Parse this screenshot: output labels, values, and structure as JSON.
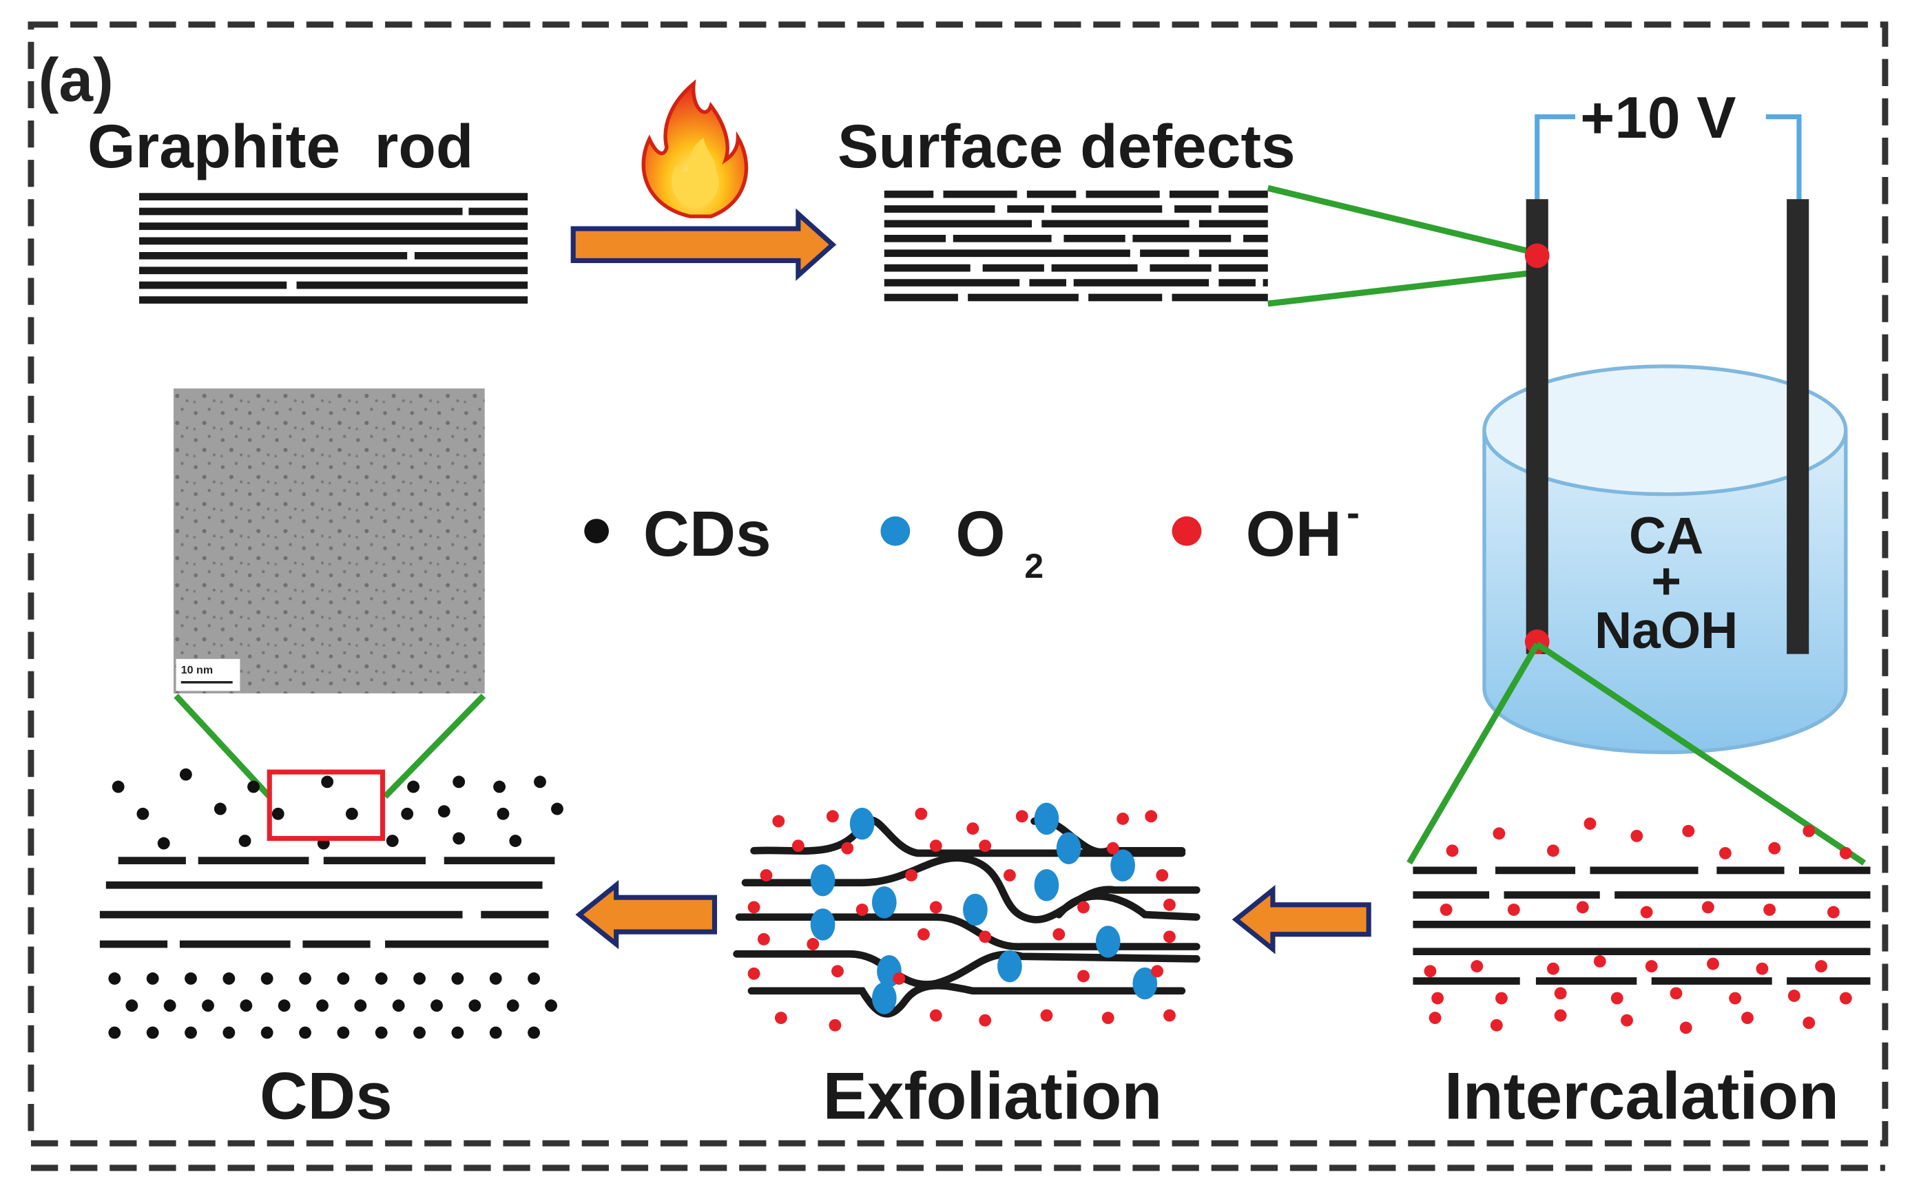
{
  "panel_label": "(a)",
  "labels": {
    "graphite_rod": "Graphite  rod",
    "surface_defects": "Surface defects",
    "voltage": "+10 V",
    "electrolyte_line1": "CA",
    "electrolyte_plus": "+",
    "electrolyte_line2": "NaOH",
    "cds_bottom": "CDs",
    "exfoliation": "Exfoliation",
    "intercalation": "Intercalation"
  },
  "legend": [
    {
      "key": "cds",
      "text": "CDs",
      "subscript": "",
      "superscript": "",
      "color": "#111111",
      "marker": "black-dot"
    },
    {
      "key": "o2",
      "text": "O",
      "subscript": "2",
      "superscript": "",
      "color": "#1f8bd0",
      "marker": "blue-dot"
    },
    {
      "key": "oh",
      "text": "OH",
      "subscript": "",
      "superscript": "-",
      "color": "#e8202a",
      "marker": "red-dot"
    }
  ],
  "tem_inset": {
    "scale_bar_label": "10 nm"
  },
  "colors": {
    "frame": "#333333",
    "layer": "#1a1a1a",
    "arrow_fill": "#f08a24",
    "arrow_outline": "#1e2b6e",
    "zoom_line": "#2fa12f",
    "wire": "#5aa8e0",
    "liquid_top": "#dbeefa",
    "liquid_bottom": "#8cc6ec",
    "highlight_box": "#e8202a",
    "flame_outer": "#e8301e",
    "flame_inner": "#ffc21a"
  },
  "icons": [
    "flame-icon",
    "electrode-icon",
    "beaker-icon",
    "process-arrow-icon"
  ]
}
